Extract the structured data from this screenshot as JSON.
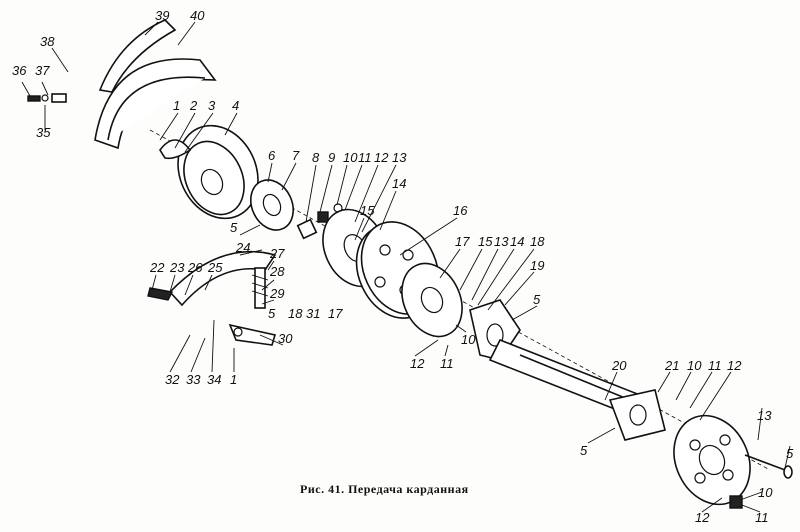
{
  "caption": "Рис. 41. Передача карданная",
  "callouts": [
    "1",
    "2",
    "3",
    "4",
    "5",
    "6",
    "7",
    "8",
    "9",
    "10",
    "11",
    "12",
    "13",
    "14",
    "15",
    "16",
    "17",
    "18",
    "19",
    "20",
    "21",
    "22",
    "23",
    "24",
    "25",
    "26",
    "27",
    "28",
    "29",
    "30",
    "31",
    "32",
    "33",
    "34",
    "35",
    "36",
    "37",
    "38",
    "39",
    "40"
  ],
  "labels": [
    "39",
    "40",
    "38",
    "36",
    "37",
    "35",
    "1",
    "2",
    "3",
    "4",
    "6",
    "7",
    "8",
    "9",
    "10",
    "11",
    "12",
    "13",
    "14",
    "15",
    "5",
    "24",
    "27",
    "28",
    "29",
    "5",
    "18",
    "31",
    "17",
    "16",
    "17",
    "15",
    "13",
    "14",
    "18",
    "19",
    "5",
    "22",
    "23",
    "26",
    "25",
    "30",
    "32",
    "33",
    "34",
    "1",
    "12",
    "11",
    "10",
    "20",
    "21",
    "10",
    "11",
    "12",
    "13",
    "5",
    "5",
    "10",
    "12",
    "11"
  ]
}
